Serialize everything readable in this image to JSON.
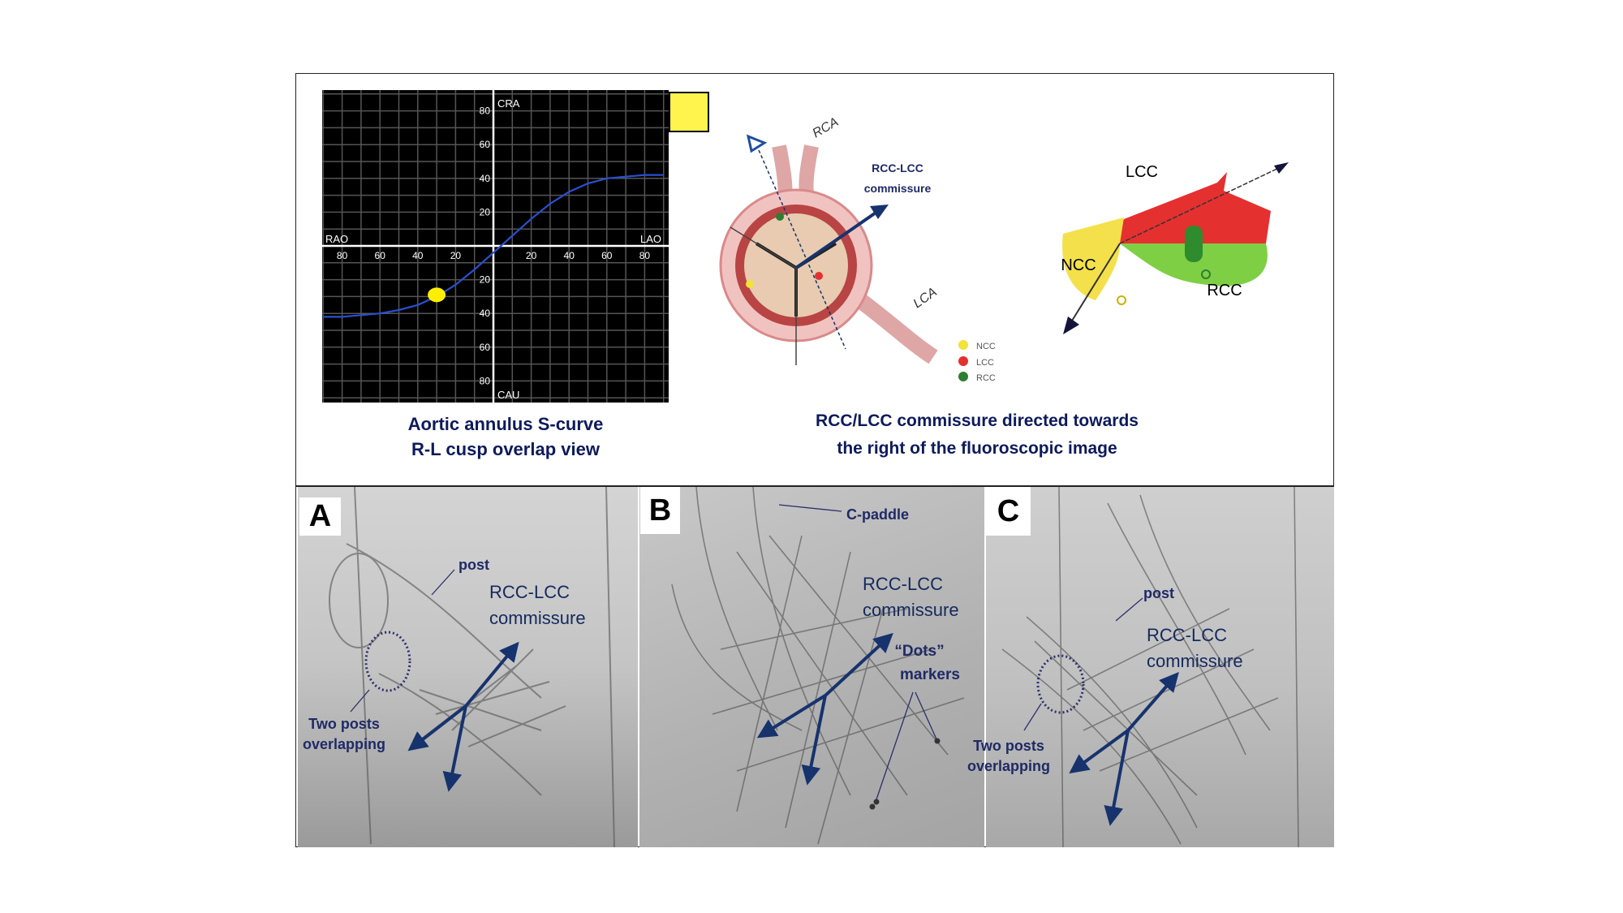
{
  "chart_data": {
    "type": "line",
    "title": "Aortic annulus S-curve",
    "axis_labels": {
      "top": "CRA",
      "bottom": "CAU",
      "left": "RAO",
      "right": "LAO"
    },
    "x_ticks": [
      "80",
      "60",
      "40",
      "20",
      "20",
      "40",
      "60",
      "80"
    ],
    "y_ticks": [
      "80",
      "60",
      "40",
      "20",
      "20",
      "40",
      "60",
      "80"
    ],
    "xlim": [
      -90,
      90
    ],
    "ylim": [
      -90,
      90
    ],
    "grid": true,
    "series": [
      {
        "name": "S-curve",
        "color": "#2a4fd0",
        "x": [
          -90,
          -80,
          -70,
          -60,
          -50,
          -40,
          -30,
          -20,
          -10,
          0,
          10,
          20,
          30,
          40,
          50,
          60,
          70,
          80,
          90
        ],
        "y": [
          -42,
          -42,
          -41,
          -40,
          -38,
          -35,
          -30,
          -23,
          -14,
          -4,
          6,
          16,
          25,
          32,
          37,
          40,
          41,
          42,
          42
        ]
      }
    ],
    "marker": {
      "x": -30,
      "y": -29,
      "color": "#ffee00"
    }
  },
  "top": {
    "left_caption": [
      "Aortic annulus S-curve",
      "R-L cusp overlap view"
    ],
    "right_caption": [
      "RCC/LCC commissure directed towards",
      "the right of the fluoroscopic image"
    ],
    "valve": {
      "rca": "RCA",
      "lca": "LCA",
      "arrow_label": [
        "RCC-LCC",
        "commissure"
      ]
    },
    "legend": [
      {
        "label": "NCC",
        "color": "#f2e23a"
      },
      {
        "label": "LCC",
        "color": "#e53030"
      },
      {
        "label": "RCC",
        "color": "#2e7d32"
      }
    ],
    "cusps": {
      "lcc": "LCC",
      "ncc": "NCC",
      "rcc": "RCC"
    }
  },
  "panels": {
    "a": {
      "letter": "A",
      "post": "post",
      "commissure": [
        "RCC-LCC",
        "commissure"
      ],
      "overlap": [
        "Two posts",
        "overlapping"
      ]
    },
    "b": {
      "letter": "B",
      "paddle": "C-paddle",
      "commissure": [
        "RCC-LCC",
        "commissure"
      ],
      "dots": [
        "“Dots”",
        "markers"
      ]
    },
    "c": {
      "letter": "C",
      "post": "post",
      "commissure": [
        "RCC-LCC",
        "commissure"
      ],
      "overlap": [
        "Two posts",
        "overlapping"
      ]
    }
  },
  "colors": {
    "navy": "#0d1a5c",
    "arrow": "#17336e"
  }
}
